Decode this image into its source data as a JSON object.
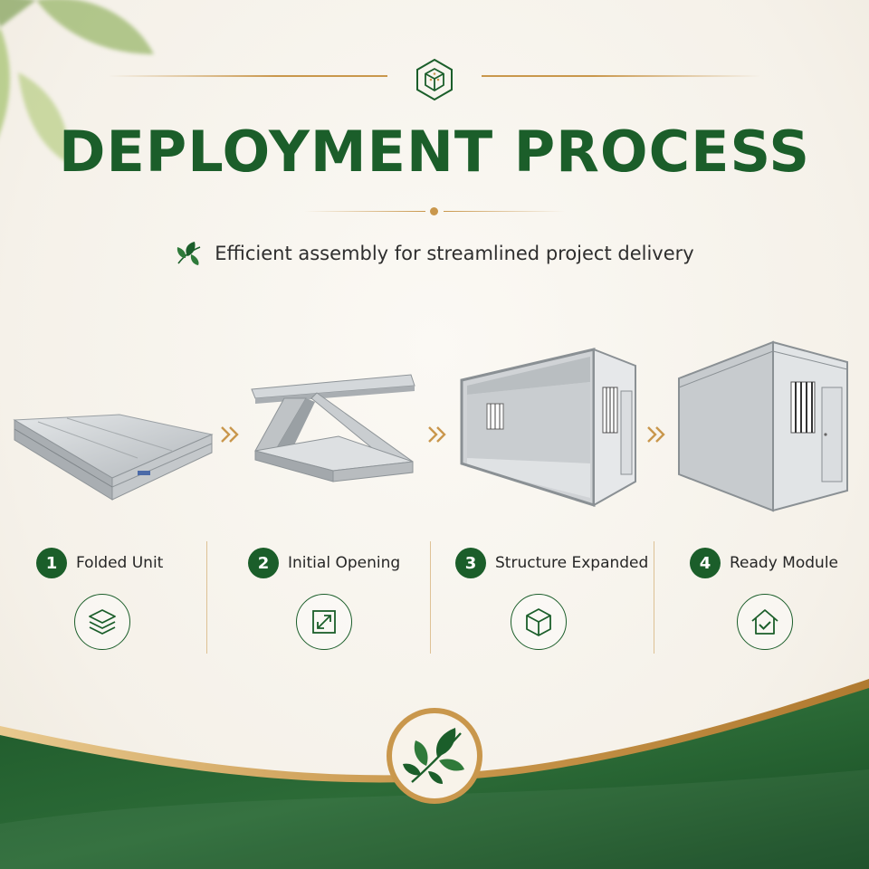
{
  "header": {
    "title": "DEPLOYMENT PROCESS",
    "subtitle": "Efficient assembly for streamlined project delivery",
    "badge_icon": "cube-badge-icon",
    "subtitle_icon": "leaf-icon"
  },
  "colors": {
    "brand_green": "#1b5e2a",
    "accent_gold": "#c9974c",
    "background": "#f8f5ef"
  },
  "steps": [
    {
      "number": "1",
      "label": "Folded Unit",
      "icon": "layers-icon"
    },
    {
      "number": "2",
      "label": "Initial Opening",
      "icon": "expand-icon"
    },
    {
      "number": "3",
      "label": "Structure Expanded",
      "icon": "box-icon"
    },
    {
      "number": "4",
      "label": "Ready Module",
      "icon": "home-check-icon"
    }
  ],
  "footer": {
    "emblem_icon": "leaf-branch-icon"
  }
}
